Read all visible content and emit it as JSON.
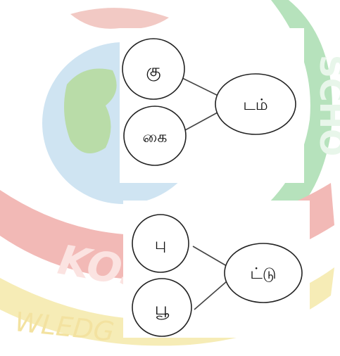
{
  "watermark": {
    "text_main": "KOSAV",
    "text_sub": "WLEDG",
    "text_right": "SCHO",
    "colors": {
      "globe_ocean": "#cfe4f2",
      "globe_land": "#b9dca8",
      "banner_red": "#f2b9b6",
      "banner_yellow": "#f6ecb6",
      "green": "#b6e2bc"
    }
  },
  "diagram1": {
    "left_top": "கு",
    "left_bottom": "கை",
    "right": "டம்"
  },
  "diagram2": {
    "left_top": "பு",
    "left_bottom": "பூ",
    "right": "ட்டு"
  }
}
